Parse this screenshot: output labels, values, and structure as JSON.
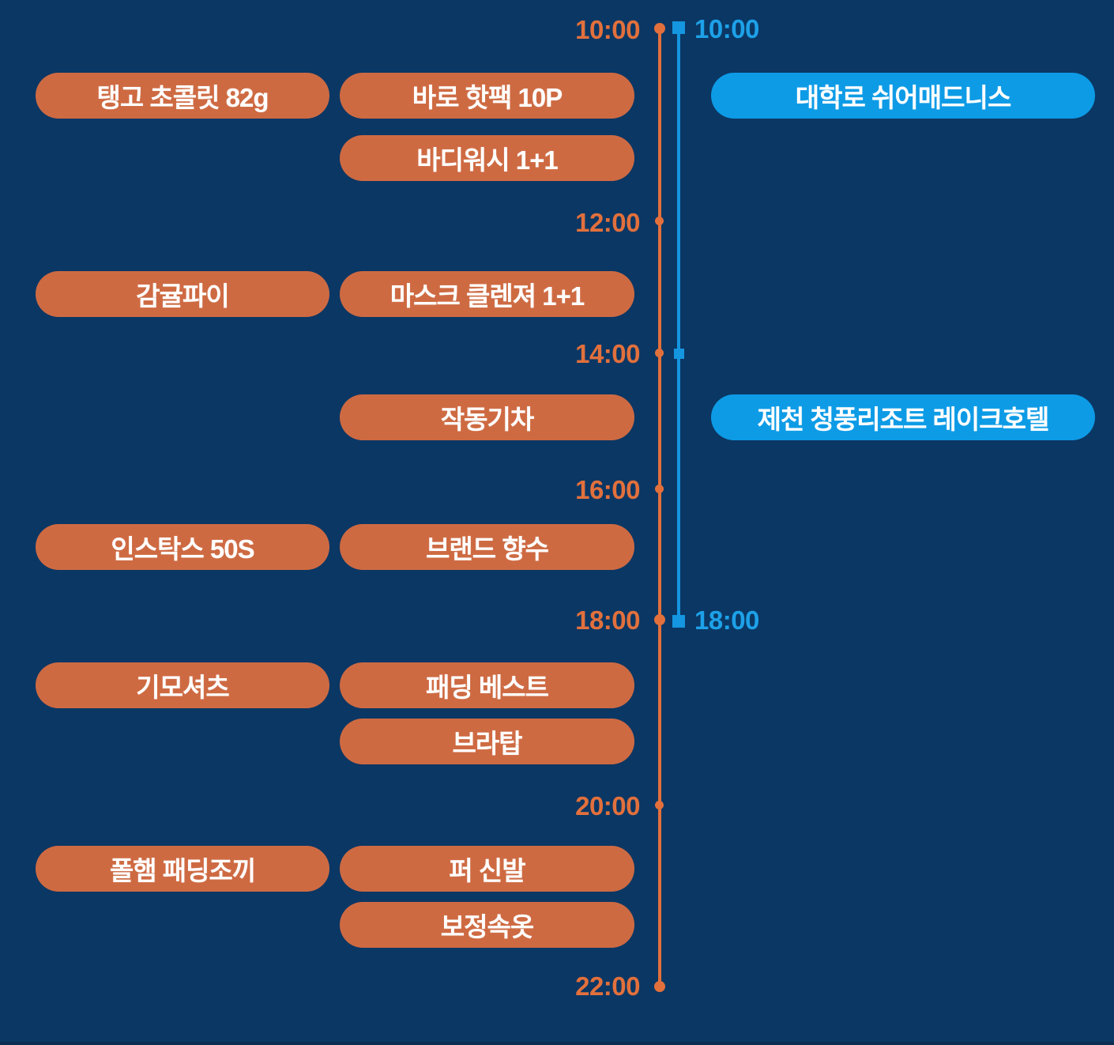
{
  "colors": {
    "background": "#0b3764",
    "product_pill": "#ce6a42",
    "event_pill": "#0d9be6",
    "orange_axis": "#e2703c",
    "blue_axis": "#1496e0",
    "orange_text": "#e2703c",
    "blue_text": "#1da1e8",
    "pill_text": "#ffffff"
  },
  "chart_data": {
    "type": "timeline",
    "title": "",
    "xlabel": "",
    "ylabel": "",
    "axes": [
      {
        "name": "product-timeline",
        "color": "#e2703c",
        "marker": "circle",
        "start": "10:00",
        "end": "22:00",
        "ticks": [
          "10:00",
          "12:00",
          "14:00",
          "16:00",
          "18:00",
          "20:00",
          "22:00"
        ],
        "tick_side": "left"
      },
      {
        "name": "event-timeline",
        "color": "#1496e0",
        "marker": "square",
        "start": "10:00",
        "end": "18:00",
        "ticks": [
          "10:00",
          "14:00",
          "18:00"
        ],
        "labeled_ticks": [
          "10:00",
          "18:00"
        ],
        "tick_side": "right"
      }
    ],
    "series": [
      {
        "name": "products",
        "color": "#ce6a42",
        "items": [
          {
            "label": "탱고 초콜릿 82g",
            "column": "a",
            "slot": "10:00"
          },
          {
            "label": "바로 핫팩 10P",
            "column": "b",
            "slot": "10:00"
          },
          {
            "label": "바디워시 1+1",
            "column": "b",
            "slot": "10:00-2"
          },
          {
            "label": "감귤파이",
            "column": "a",
            "slot": "12:00"
          },
          {
            "label": "마스크 클렌져 1+1",
            "column": "b",
            "slot": "12:00"
          },
          {
            "label": "작동기차",
            "column": "b",
            "slot": "14:00"
          },
          {
            "label": "인스탁스 50S",
            "column": "a",
            "slot": "16:00"
          },
          {
            "label": "브랜드 향수",
            "column": "b",
            "slot": "16:00"
          },
          {
            "label": "기모셔츠",
            "column": "a",
            "slot": "18:00"
          },
          {
            "label": "패딩 베스트",
            "column": "b",
            "slot": "18:00"
          },
          {
            "label": "브라탑",
            "column": "b",
            "slot": "18:00-2"
          },
          {
            "label": "폴햄 패딩조끼",
            "column": "a",
            "slot": "20:00"
          },
          {
            "label": "퍼 신발",
            "column": "b",
            "slot": "20:00"
          },
          {
            "label": "보정속옷",
            "column": "b",
            "slot": "20:00-2"
          }
        ]
      },
      {
        "name": "events",
        "color": "#0d9be6",
        "items": [
          {
            "label": "대학로 쉬어매드니스",
            "column": "c",
            "slot": "10:00"
          },
          {
            "label": "제천 청풍리조트 레이크호텔",
            "column": "c",
            "slot": "14:00"
          }
        ]
      }
    ]
  },
  "timeline": {
    "orange_ticks": [
      {
        "label": "10:00"
      },
      {
        "label": "12:00"
      },
      {
        "label": "14:00"
      },
      {
        "label": "16:00"
      },
      {
        "label": "18:00"
      },
      {
        "label": "20:00"
      },
      {
        "label": "22:00"
      }
    ],
    "blue_ticks": [
      {
        "label": "10:00"
      },
      {
        "label": "18:00"
      }
    ]
  },
  "products": [
    {
      "label": "탱고 초콜릿 82g"
    },
    {
      "label": "바로 핫팩 10P"
    },
    {
      "label": "바디워시 1+1"
    },
    {
      "label": "감귤파이"
    },
    {
      "label": "마스크 클렌져 1+1"
    },
    {
      "label": "작동기차"
    },
    {
      "label": "인스탁스 50S"
    },
    {
      "label": "브랜드 향수"
    },
    {
      "label": "기모셔츠"
    },
    {
      "label": "패딩 베스트"
    },
    {
      "label": "브라탑"
    },
    {
      "label": "폴햄 패딩조끼"
    },
    {
      "label": "퍼 신발"
    },
    {
      "label": "보정속옷"
    }
  ],
  "events": [
    {
      "label": "대학로 쉬어매드니스"
    },
    {
      "label": "제천 청풍리조트 레이크호텔"
    }
  ]
}
